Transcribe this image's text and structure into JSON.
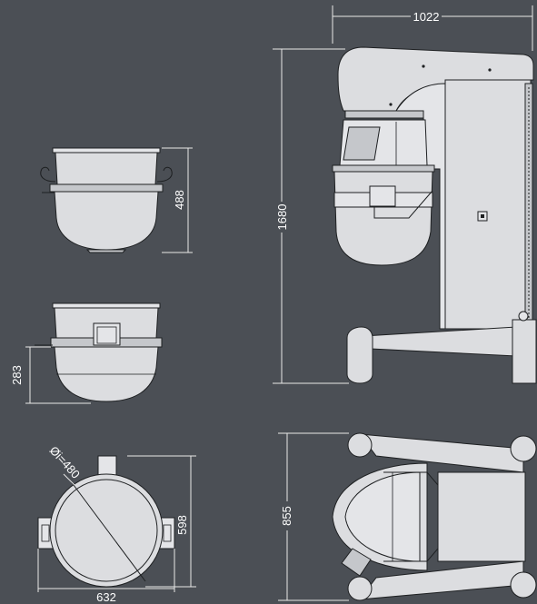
{
  "colors": {
    "background": "#4b4f55",
    "drawing_fill": "#dcdde0",
    "outline": "#1e2022",
    "dimension": "#ffffff"
  },
  "dimensions": {
    "bowl_height": "488",
    "bowl_handle_height": "283",
    "bowl_inner_diameter": "Øi=480",
    "bowl_top_depth": "598",
    "bowl_top_width": "632",
    "mixer_width": "1022",
    "mixer_height": "1680",
    "mixer_base_depth": "855"
  }
}
